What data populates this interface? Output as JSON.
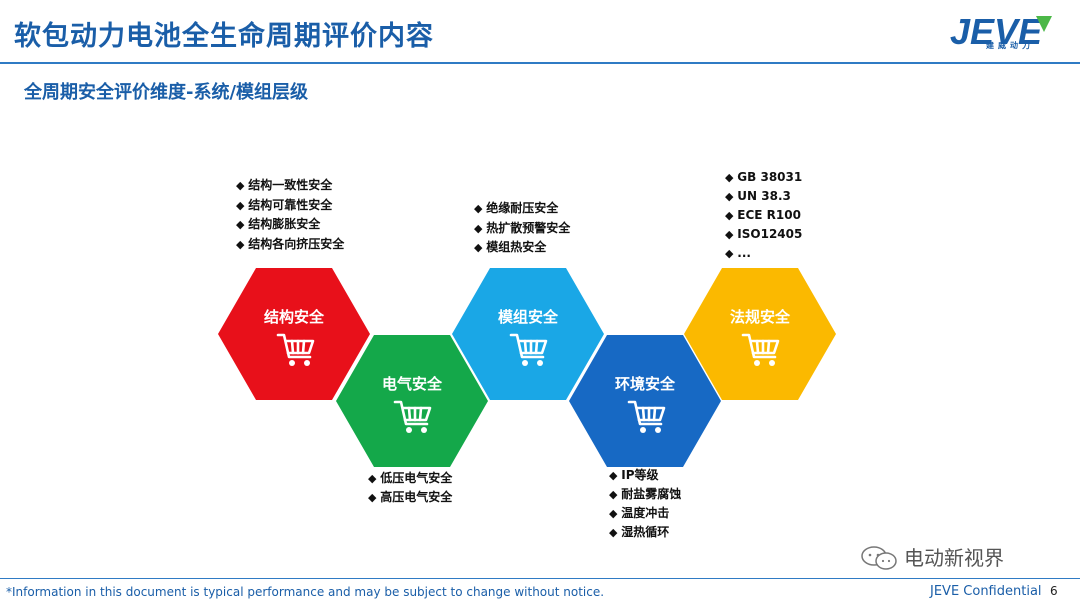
{
  "header": {
    "title": "软包动力电池全生命周期评价内容",
    "logo_text": "JEVE",
    "logo_subtext": "建威动力"
  },
  "subtitle": "全周期安全评价维度-系统/模组层级",
  "colors": {
    "brand_blue": "#1a5ea8",
    "structure": "#e8101a",
    "electrical": "#14a84a",
    "module": "#1aa7e6",
    "environment": "#1769c4",
    "regulation": "#fbb900"
  },
  "hexagons": [
    {
      "label": "结构安全",
      "icon": "cart-icon"
    },
    {
      "label": "电气安全",
      "icon": "cart-icon"
    },
    {
      "label": "模组安全",
      "icon": "cart-icon"
    },
    {
      "label": "环境安全",
      "icon": "cart-icon"
    },
    {
      "label": "法规安全",
      "icon": "cart-icon"
    }
  ],
  "bullet_groups": {
    "structure": [
      "结构一致性安全",
      "结构可靠性安全",
      "结构膨胀安全",
      "结构各向挤压安全"
    ],
    "electrical": [
      "低压电气安全",
      "高压电气安全"
    ],
    "module": [
      "绝缘耐压安全",
      "热扩散预警安全",
      "模组热安全"
    ],
    "environment": [
      "IP等级",
      "耐盐雾腐蚀",
      "温度冲击",
      "湿热循环"
    ],
    "regulation": [
      "GB 38031",
      "UN 38.3",
      "ECE R100",
      "ISO12405",
      "..."
    ]
  },
  "footer": {
    "note": "*Information in this document is typical performance and may be subject to change without notice.",
    "confidential": "JEVE Confidential",
    "page": "6"
  },
  "watermark": "电动新视界"
}
